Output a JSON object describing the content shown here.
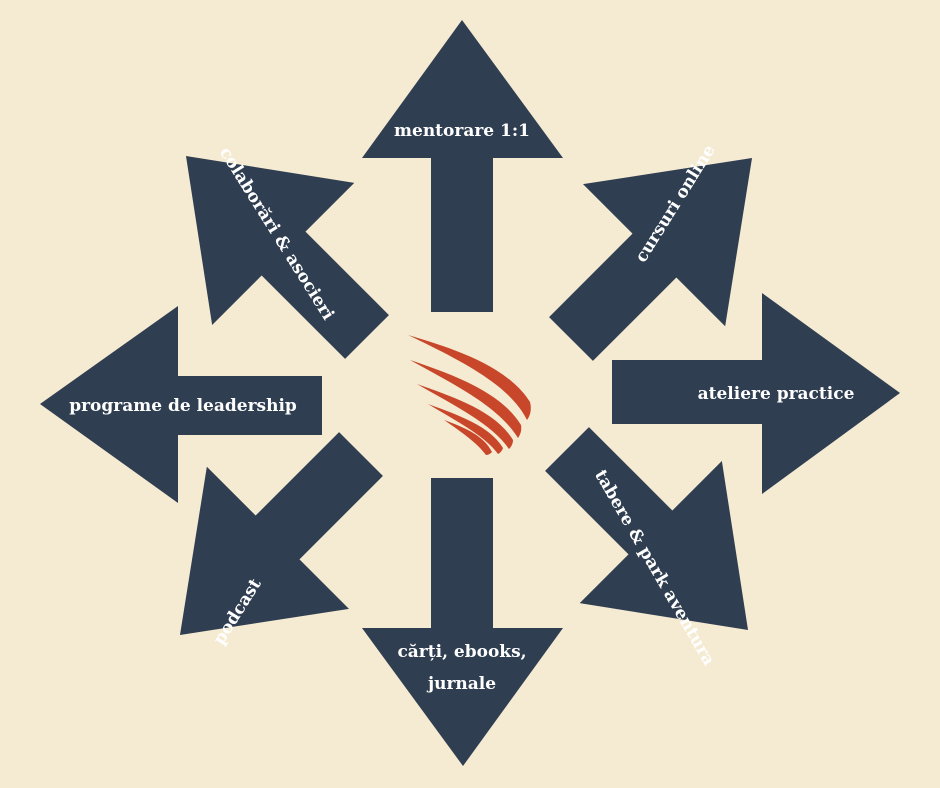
{
  "colors": {
    "background": "#f5ead2",
    "arrow_fill": "#2f3e51",
    "label_text": "#ffffff",
    "logo_flame": "#c8472a"
  },
  "arrows": [
    {
      "id": "north",
      "label": "mentorare 1:1"
    },
    {
      "id": "north-east",
      "label": "cursuri online"
    },
    {
      "id": "east",
      "label": "ateliere practice"
    },
    {
      "id": "south-east",
      "label": "tabere & park aventura"
    },
    {
      "id": "south",
      "label_line1": "cărți, ebooks,",
      "label_line2": "jurnale"
    },
    {
      "id": "south-west",
      "label": "podcast"
    },
    {
      "id": "west",
      "label": "programe de leadership"
    },
    {
      "id": "north-west",
      "label": "colaborări & asocieri"
    }
  ],
  "center_logo": {
    "icon": "flame-wing-icon"
  }
}
